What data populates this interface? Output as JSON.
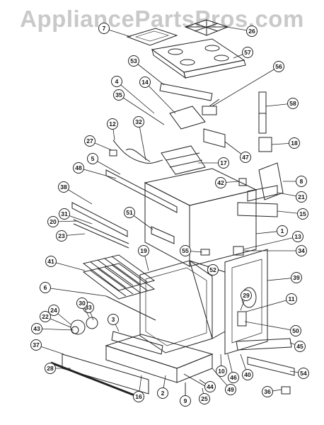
{
  "watermark": "AppliancePartsPros.com",
  "callouts": [
    {
      "label": "7"
    },
    {
      "label": "26"
    },
    {
      "label": "57"
    },
    {
      "label": "53"
    },
    {
      "label": "56"
    },
    {
      "label": "4"
    },
    {
      "label": "14"
    },
    {
      "label": "35"
    },
    {
      "label": "58"
    },
    {
      "label": "12"
    },
    {
      "label": "32"
    },
    {
      "label": "18"
    },
    {
      "label": "27"
    },
    {
      "label": "47"
    },
    {
      "label": "5"
    },
    {
      "label": "17"
    },
    {
      "label": "48"
    },
    {
      "label": "42"
    },
    {
      "label": "8"
    },
    {
      "label": "38"
    },
    {
      "label": "21"
    },
    {
      "label": "15"
    },
    {
      "label": "31"
    },
    {
      "label": "51"
    },
    {
      "label": "20"
    },
    {
      "label": "1"
    },
    {
      "label": "23"
    },
    {
      "label": "13"
    },
    {
      "label": "55"
    },
    {
      "label": "34"
    },
    {
      "label": "19"
    },
    {
      "label": "41"
    },
    {
      "label": "52"
    },
    {
      "label": "39"
    },
    {
      "label": "6"
    },
    {
      "label": "29"
    },
    {
      "label": "11"
    },
    {
      "label": "33"
    },
    {
      "label": "30"
    },
    {
      "label": "24"
    },
    {
      "label": "22"
    },
    {
      "label": "50"
    },
    {
      "label": "43"
    },
    {
      "label": "3"
    },
    {
      "label": "45"
    },
    {
      "label": "37"
    },
    {
      "label": "28"
    },
    {
      "label": "10"
    },
    {
      "label": "46"
    },
    {
      "label": "40"
    },
    {
      "label": "54"
    },
    {
      "label": "49"
    },
    {
      "label": "16"
    },
    {
      "label": "2"
    },
    {
      "label": "44"
    },
    {
      "label": "9"
    },
    {
      "label": "25"
    },
    {
      "label": "36"
    }
  ]
}
